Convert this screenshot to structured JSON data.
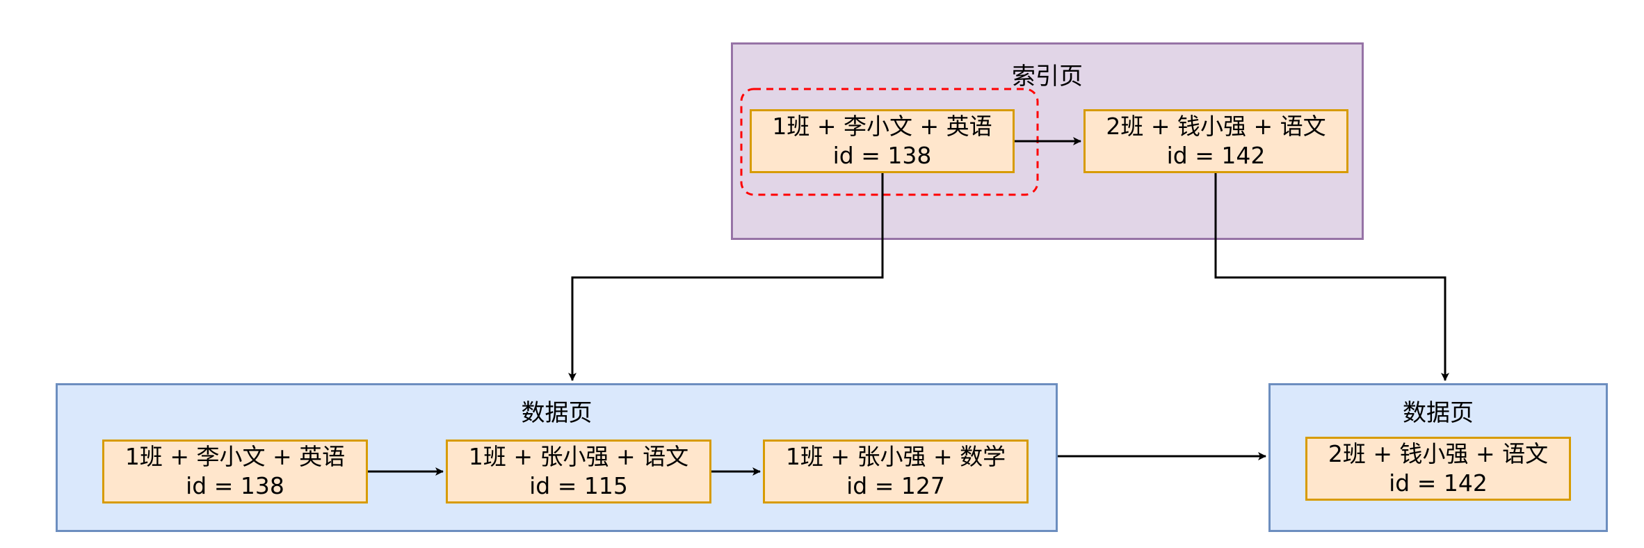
{
  "colors": {
    "index_page_fill": "#e1d5e7",
    "index_page_border": "#9673a6",
    "data_page_fill": "#dae8fc",
    "data_page_border": "#6c8ebf",
    "record_fill": "#ffe6cc",
    "record_border": "#d79b00",
    "highlight_dash": "#ff0000",
    "edge": "#000000"
  },
  "index_page": {
    "title": "索引页",
    "records": [
      {
        "label": "1班 + 李小文 + 英语",
        "id": "id = 138"
      },
      {
        "label": "2班 + 钱小强 + 语文",
        "id": "id = 142"
      }
    ]
  },
  "data_page_1": {
    "title": "数据页",
    "records": [
      {
        "label": "1班 + 李小文 + 英语",
        "id": "id = 138"
      },
      {
        "label": "1班 + 张小强 + 语文",
        "id": "id = 115"
      },
      {
        "label": "1班 + 张小强 + 数学",
        "id": "id = 127"
      }
    ]
  },
  "data_page_2": {
    "title": "数据页",
    "records": [
      {
        "label": "2班 + 钱小强 + 语文",
        "id": "id = 142"
      }
    ]
  }
}
